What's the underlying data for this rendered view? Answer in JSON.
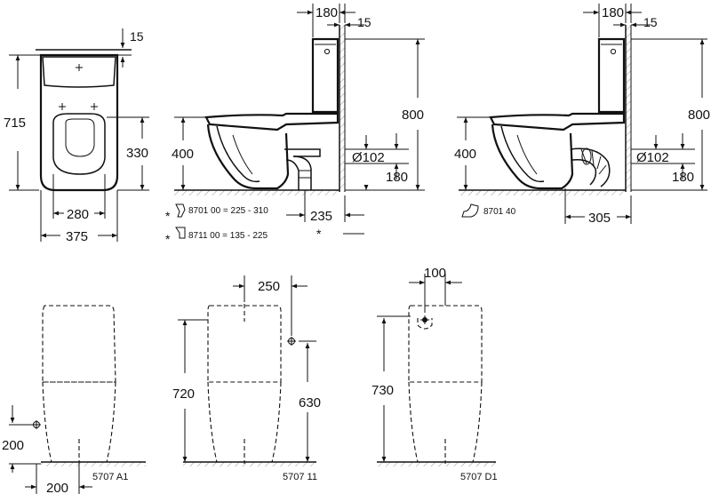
{
  "drawing_title": "",
  "top_view": {
    "dims": {
      "clearance": "15",
      "depth": "715",
      "seat_offset": "330",
      "seat_width": "280",
      "overall_width": "375"
    }
  },
  "side_view_a": {
    "dims": {
      "cistern_depth": "180",
      "wall_gap": "15",
      "total_height": "800",
      "seat_height": "400",
      "pipe_diameter": "Ø102",
      "pipe_height": "180",
      "outlet_distance": "235"
    },
    "note_1": "8701 00  = 225 - 310",
    "note_2": "8711 00  = 135 - 225",
    "star": "*"
  },
  "side_view_b": {
    "dims": {
      "cistern_depth": "180",
      "wall_gap": "15",
      "total_height": "800",
      "seat_height": "400",
      "pipe_diameter": "Ø102",
      "pipe_height": "180",
      "outlet_distance": "305"
    },
    "note": "8701 40"
  },
  "back_view_a1": {
    "dims": {
      "inlet_height": "200",
      "inlet_offset": "200"
    },
    "code": "5707 A1"
  },
  "back_view_11": {
    "dims": {
      "top_width": "250",
      "body_height": "720",
      "inlet_height": "630"
    },
    "code": "5707 11"
  },
  "back_view_d1": {
    "dims": {
      "top_width": "100",
      "body_height": "730"
    },
    "code": "5707 D1"
  }
}
